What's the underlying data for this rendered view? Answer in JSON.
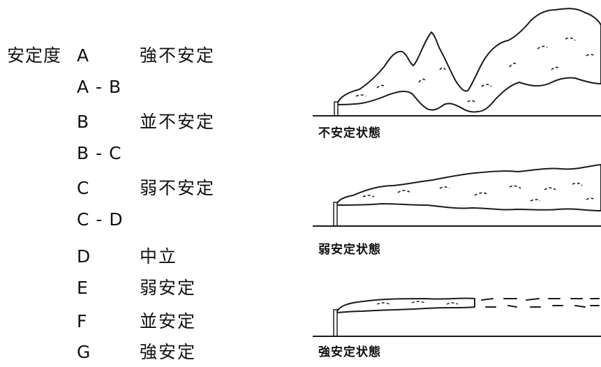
{
  "stability_scale": {
    "heading": "安定度",
    "classes": [
      {
        "code": "A",
        "label": "強不安定"
      },
      {
        "code": "A - B",
        "label": ""
      },
      {
        "code": "B",
        "label": "並不安定"
      },
      {
        "code": "B - C",
        "label": ""
      },
      {
        "code": "C",
        "label": "弱不安定"
      },
      {
        "code": "C - D",
        "label": ""
      },
      {
        "code": "D",
        "label": "中立"
      },
      {
        "code": "E",
        "label": "弱安定"
      },
      {
        "code": "F",
        "label": "並安定"
      },
      {
        "code": "G",
        "label": "強安定"
      }
    ]
  },
  "plume_figure": {
    "panels": [
      {
        "caption": "不安定状態",
        "plume": "looping"
      },
      {
        "caption": "弱安定状態",
        "plume": "coning"
      },
      {
        "caption": "強安定状態",
        "plume": "fanning"
      }
    ]
  }
}
